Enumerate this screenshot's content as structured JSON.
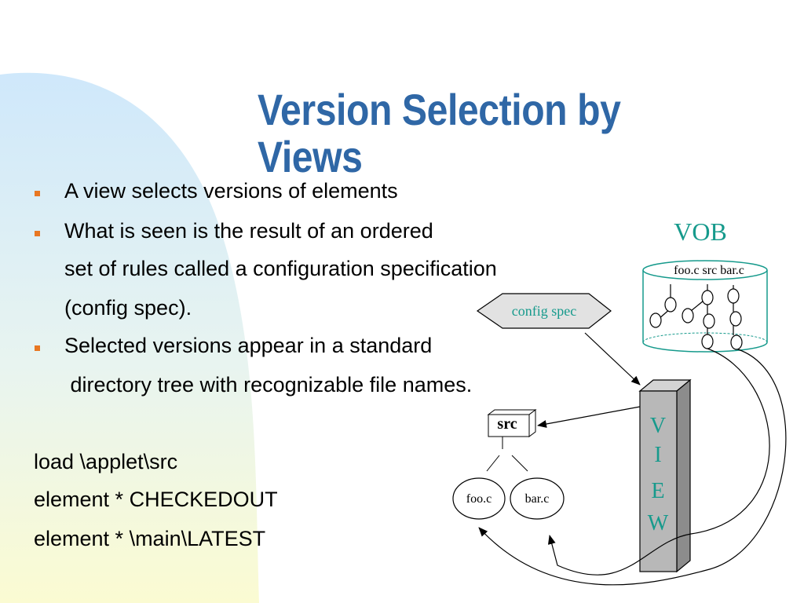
{
  "title": "Version Selection by Views",
  "bullets": [
    {
      "lines": [
        "A view selects versions of elements"
      ]
    },
    {
      "lines": [
        "What is seen is the result of an ordered",
        "set of rules called a configuration specification",
        "(config spec)."
      ]
    },
    {
      "lines": [
        "Selected versions appear in a standard",
        " directory tree with recognizable file names."
      ]
    }
  ],
  "config_spec_rules": [
    "load \\applet\\src",
    "element * CHECKEDOUT",
    "element * \\main\\LATEST"
  ],
  "diagram": {
    "vob_label": "VOB",
    "vob_files": "foo.c src bar.c",
    "config_spec_label": "config spec",
    "view_letters": [
      "V",
      "I",
      "E",
      "W"
    ],
    "dir_label": "src",
    "file_left": "foo.c",
    "file_right": "bar.c"
  },
  "colors": {
    "title": "#2f67a6",
    "bullet": "#e87722",
    "vob_teal": "#169a8c",
    "view_body": "#b8b8b8",
    "background_blob": "#dceefa"
  }
}
